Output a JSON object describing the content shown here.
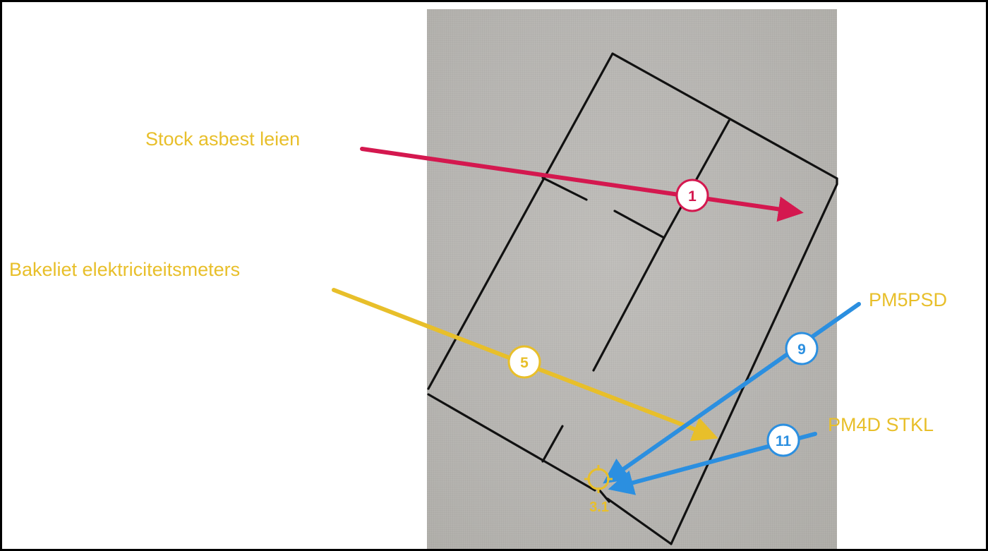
{
  "annotations": [
    {
      "id": "stock-asbest",
      "label": "Stock asbest leien",
      "number": "1",
      "color": "#d4184f"
    },
    {
      "id": "bakeliet",
      "label": "Bakeliet elektriciteitsmeters",
      "number": "5",
      "color": "#e8bf2a"
    },
    {
      "id": "pm5psd",
      "label": "PM5PSD",
      "number": "9",
      "color": "#2b8fe0"
    },
    {
      "id": "pm4d",
      "label": "PM4D STKL",
      "number": "11",
      "color": "#2b8fe0"
    }
  ],
  "marker": {
    "label": "3.1",
    "color": "#e8bf2a"
  },
  "colors": {
    "label_text": "#e8bf2a",
    "plan_lines": "#111111",
    "frame": "#000000"
  }
}
